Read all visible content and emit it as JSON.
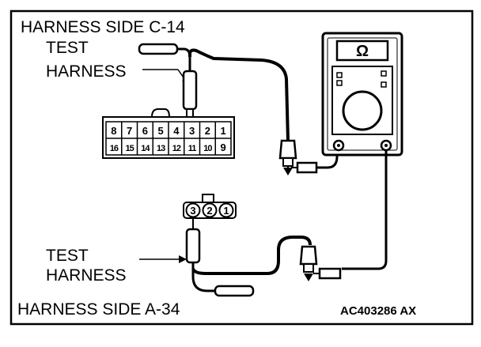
{
  "top_label": "HARNESS SIDE C-14",
  "test_harness_top": {
    "line1": "TEST",
    "line2": "HARNESS"
  },
  "connector_c14": {
    "row_top": [
      "8",
      "7",
      "6",
      "5",
      "4",
      "3",
      "2",
      "1"
    ],
    "row_bottom": [
      "16",
      "15",
      "14",
      "13",
      "12",
      "11",
      "10",
      "9"
    ]
  },
  "meter_symbol": "Ω",
  "connector_a34": {
    "pins": [
      "3",
      "2",
      "1"
    ]
  },
  "test_harness_bottom": {
    "line1": "TEST",
    "line2": "HARNESS"
  },
  "bottom_label": "HARNESS SIDE A-34",
  "figure_code": "AC403286 AX"
}
